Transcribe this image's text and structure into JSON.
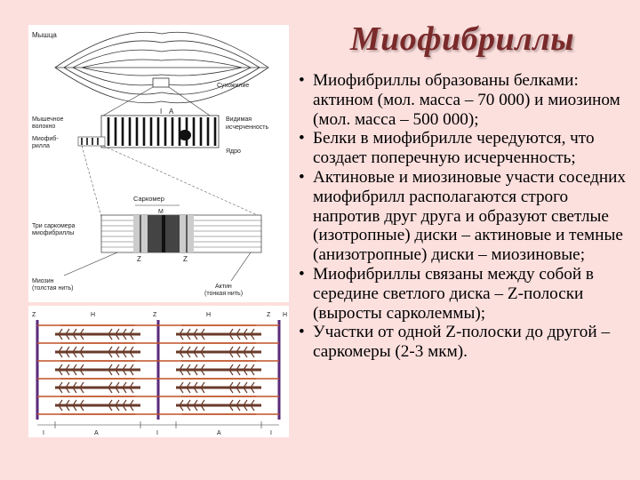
{
  "title": "Миофибриллы",
  "bullets": [
    "Миофибриллы образованы белками: актином (мол. масса –   70 000) и миозином (мол. масса – 500 000);",
    "Белки в миофибрилле чередуются, что создает поперечную исчерченность;",
    "Актиновые и миозиновые участи соседних миофибрилл располагаются строго напротив друг друга и образуют светлые (изотропные) диски – актиновые и темные (анизотропные) диски – миозиновые;",
    "Миофибриллы связаны между собой в середине светлого диска – Z-полоски (выросты сарколеммы);",
    "Участки от одной Z-полоски до другой – саркомеры (2-3 мкм)."
  ],
  "bullet_symbol": "•",
  "figure_top": {
    "muscle_label": "Мышца",
    "tendon_label": "Сухожилие",
    "fiber_label_1": "Мышечное",
    "fiber_label_2": "волокно",
    "myofibril_label_1": "Миофиб-",
    "myofibril_label_2": "рилла",
    "band_I": "I",
    "band_A": "A",
    "striation_label_1": "Видимая",
    "striation_label_2": "исчерченность",
    "nucleus_label": "Ядро",
    "sarcomere_label": "Саркомер",
    "m_label": "M",
    "three_sarcomeres_1": "Три саркомера",
    "three_sarcomeres_2": "миофибриллы",
    "z_left": "Z",
    "z_right": "Z",
    "myosin_label_1": "Миозин",
    "myosin_label_2": "(толстая нить)",
    "actin_label_1": "Актин",
    "actin_label_2": "(тонкая нить)"
  },
  "figure_bottom": {
    "top_labels": [
      "Z",
      "H",
      "Z",
      "H",
      "Z",
      "H"
    ],
    "bottom_labels": [
      "I",
      "A",
      "I",
      "A",
      "I"
    ]
  },
  "colors": {
    "background": "#fce0de",
    "title": "#7a2a2a",
    "z_line": "#5a2a7a",
    "myosin": "#6a3a2a",
    "actin": "#c0522a"
  }
}
